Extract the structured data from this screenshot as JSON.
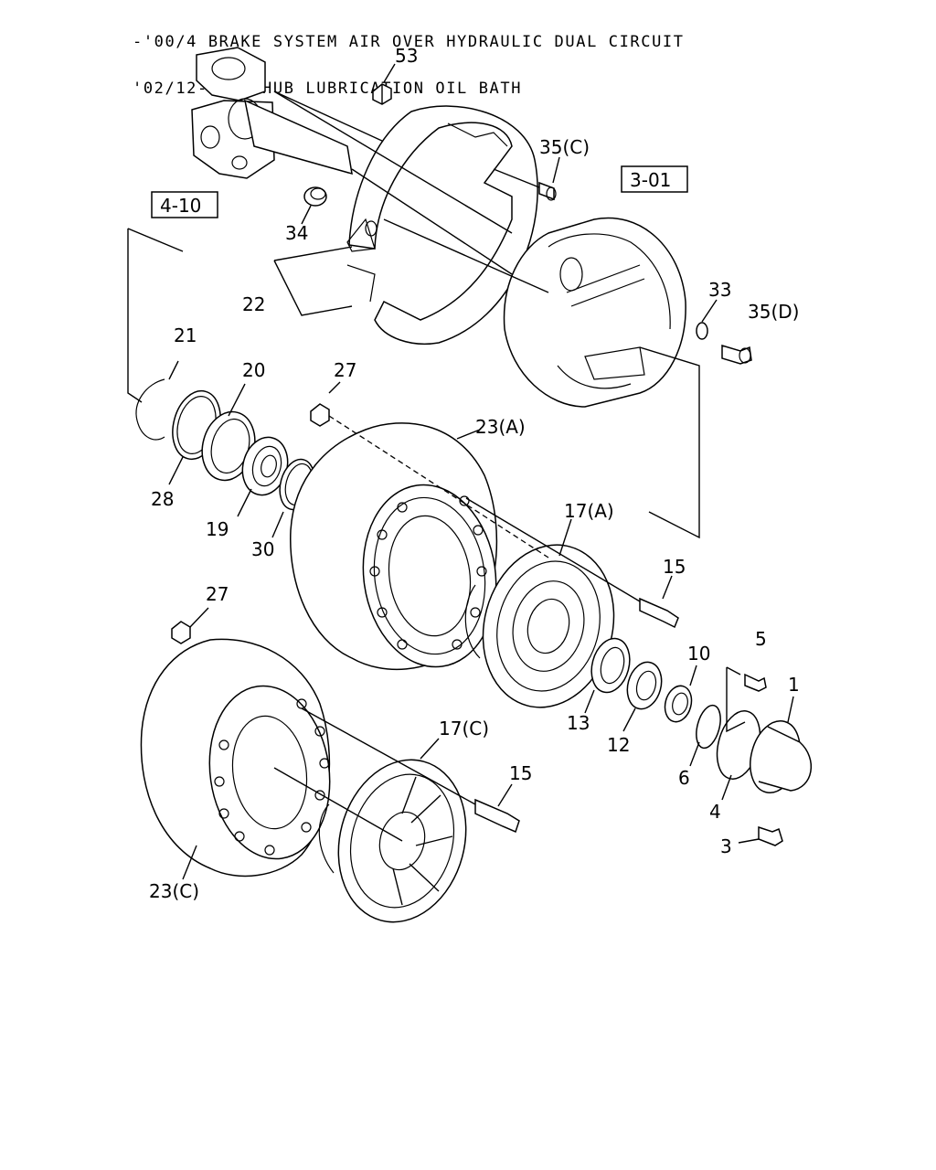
{
  "header": {
    "line1": "-'00/4 BRAKE SYSTEM AIR OVER HYDRAULIC DUAL CIRCUIT",
    "line2": "'02/12- EXC.HUB LUBRICATION OIL BATH"
  },
  "refs": {
    "r410": "4-10",
    "r301": "3-01"
  },
  "labels": {
    "l53": "53",
    "l35c": "35(C)",
    "l34": "34",
    "l22": "22",
    "l33": "33",
    "l35d": "35(D)",
    "l21": "21",
    "l20": "20",
    "l27a": "27",
    "l23a": "23(A)",
    "l28": "28",
    "l19": "19",
    "l30": "30",
    "l17a": "17(A)",
    "l15a": "15",
    "l27b": "27",
    "l5": "5",
    "l10": "10",
    "l1": "1",
    "l13": "13",
    "l12": "12",
    "l17c": "17(C)",
    "l6": "6",
    "l15b": "15",
    "l4": "4",
    "l3": "3",
    "l23c": "23(C)"
  }
}
